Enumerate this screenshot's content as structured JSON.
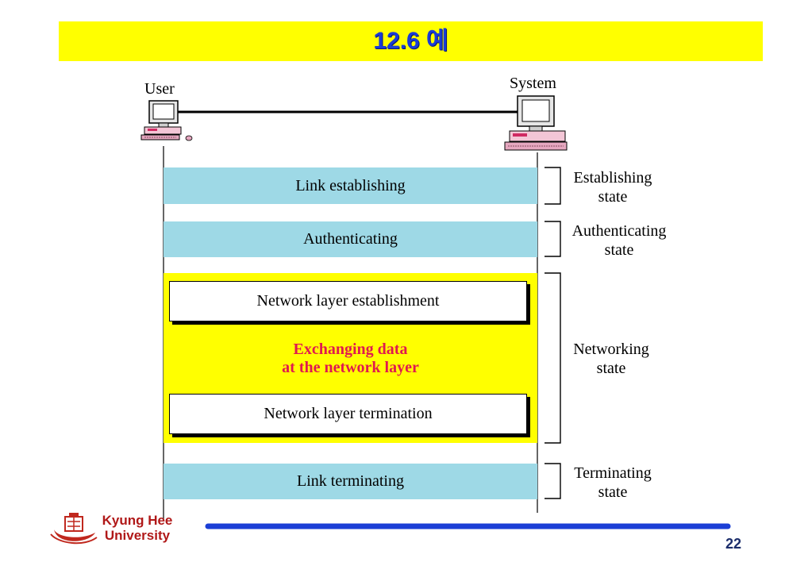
{
  "title": "12.6 예",
  "endpoints": {
    "user": "User",
    "system": "System"
  },
  "phases": {
    "link_establishing": "Link establishing",
    "authenticating": "Authenticating",
    "network_layer_establishment": "Network layer establishment",
    "exchanging_line1": "Exchanging data",
    "exchanging_line2": "at the network layer",
    "network_layer_termination": "Network layer termination",
    "link_terminating": "Link terminating"
  },
  "states": {
    "establishing": [
      "Establishing",
      "state"
    ],
    "authenticating": [
      "Authenticating",
      "state"
    ],
    "networking": [
      "Networking",
      "state"
    ],
    "terminating": [
      "Terminating",
      "state"
    ]
  },
  "footer": {
    "university_line1": "Kyung Hee",
    "university_line2": "University",
    "page_number": "22"
  },
  "colors": {
    "title_bg": "#ffff00",
    "title_text": "#1a3bd6",
    "band": "#9ed9e6",
    "network_bg": "#ffff00",
    "exchange_text": "#e0194f",
    "footer_rule": "#1b3fd6",
    "university": "#b01818"
  },
  "icons": [
    "user-computer-icon",
    "system-computer-icon",
    "university-logo-icon"
  ]
}
